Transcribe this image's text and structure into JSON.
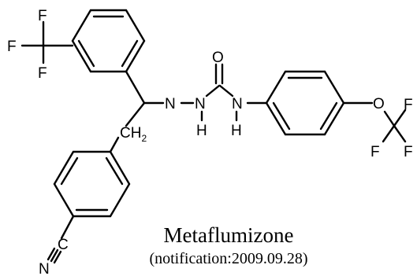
{
  "compound": {
    "name": "Metaflumizone",
    "note": "(notification:2009.09.28)"
  },
  "atoms": {
    "F": "F",
    "N": "N",
    "O": "O",
    "H": "H",
    "C": "C",
    "CH": "CH",
    "sub2": "2"
  },
  "colors": {
    "ink": "#000000",
    "background": "#ffffff"
  }
}
